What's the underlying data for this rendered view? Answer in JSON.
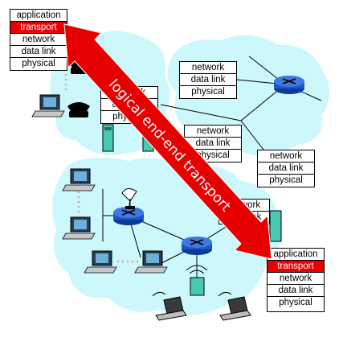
{
  "colors": {
    "cloud": "#ccf7fb",
    "arrow": "#e60000",
    "router": "#1b55c9",
    "transport_highlight": "#e60000"
  },
  "arrow_label": "logical end-end transport",
  "stacks": {
    "left_host": [
      "application",
      "transport",
      "network",
      "data link",
      "physical"
    ],
    "router_top_left": [
      "network",
      "data link",
      "physical"
    ],
    "router_top_right": [
      "network",
      "data link",
      "physical"
    ],
    "router_center": [
      "network",
      "data link",
      "physical"
    ],
    "router_right": [
      "network",
      "data link",
      "physical"
    ],
    "router_lower": [
      "network",
      "data link"
    ],
    "right_host": [
      "application",
      "transport",
      "network",
      "data link",
      "physical"
    ]
  },
  "icons": [
    "router-icon",
    "workstation-icon",
    "telephone-icon",
    "server-icon",
    "satellite-dish-icon",
    "laptop-icon",
    "wireless-access-point-icon"
  ]
}
